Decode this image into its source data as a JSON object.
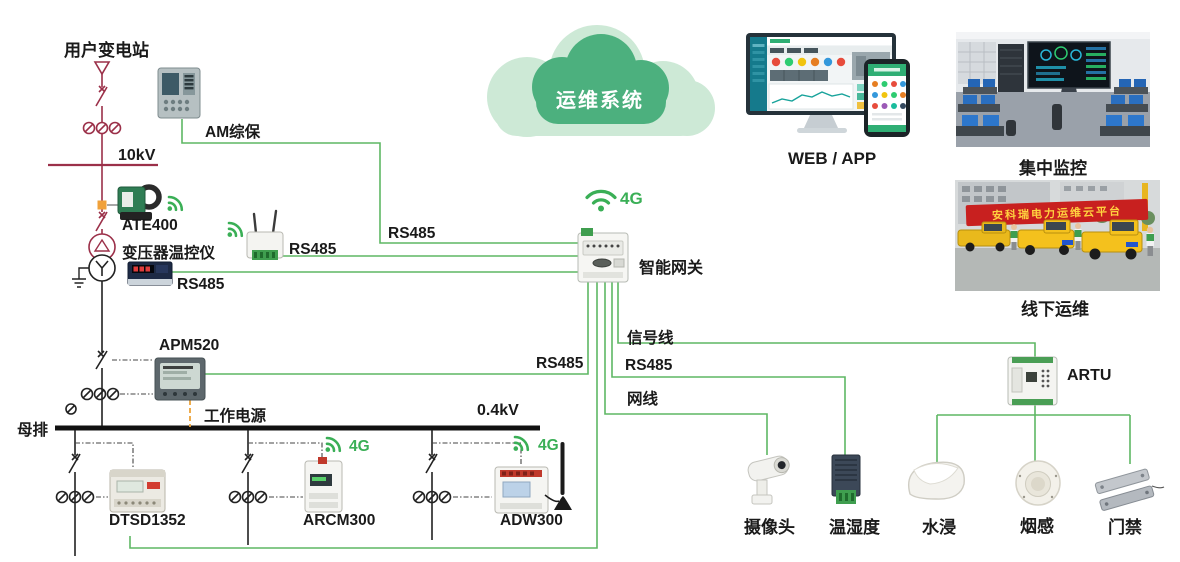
{
  "colors": {
    "line_green": "#5eb764",
    "cloud_green": "#4cb07e",
    "cloud_light": "#cde9d6",
    "wifi_green": "#3aaf56",
    "hv_maroon": "#9b3049",
    "aux_power_orange": "#eda43b",
    "text_dark": "#1a1a1a"
  },
  "substation": {
    "title": "用户变电站",
    "hv_label": "10kV",
    "lv_label": "0.4kV",
    "busbar_label": "母排",
    "aux_power_label": "工作电源"
  },
  "devices": {
    "protection_relay": "AM综保",
    "wireless_temp_sensor": "ATE400",
    "transformer_temp_controller": "变压器温控仪",
    "pq_meter": "APM520",
    "energy_meter": "DTSD1352",
    "fire_monitor": "ARCM300",
    "iot_meter": "ADW300",
    "gateway": "智能网关",
    "rtu": "ARTU"
  },
  "links": {
    "rs485": "RS485",
    "signal_cable": "信号线",
    "ethernet_cable": "网线",
    "cellular": "4G"
  },
  "cloud": {
    "label": "运维系统"
  },
  "platform": {
    "web_app": "WEB / APP",
    "central_monitoring": "集中监控",
    "field_ops": "线下运维",
    "banner_text": "安科瑞电力运维云平台"
  },
  "sensors": {
    "camera": "摄像头",
    "temp_humidity": "温湿度",
    "water_leak": "水浸",
    "smoke": "烟感",
    "door_access": "门禁"
  }
}
